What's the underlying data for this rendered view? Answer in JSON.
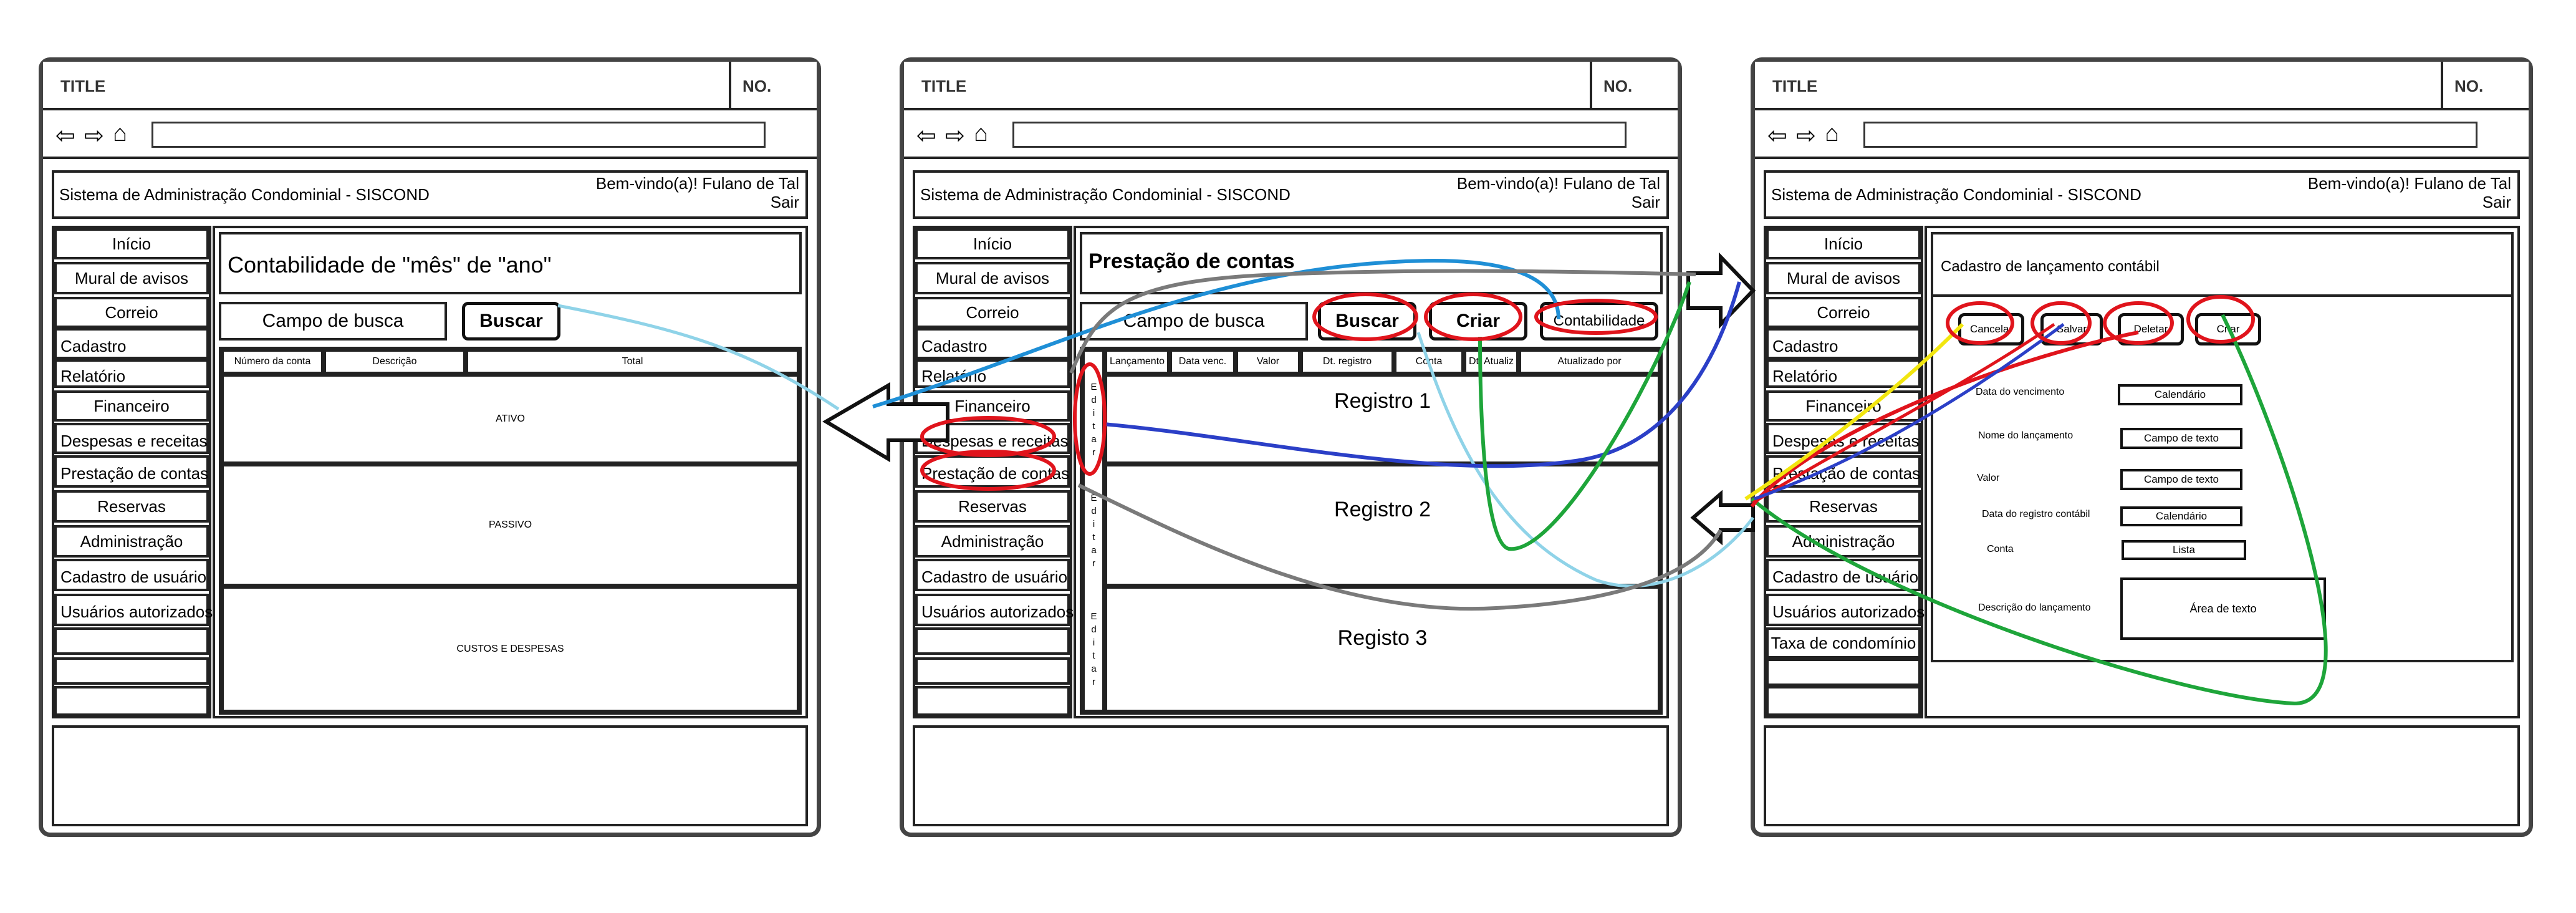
{
  "common": {
    "title": "TITLE",
    "no": "NO.",
    "back_icon": "arrow-left-icon",
    "forward_icon": "arrow-right-icon",
    "home_icon": "home-icon",
    "header_system": "Sistema de Administração Condominial - SISCOND",
    "welcome": "Bem-vindo(a)! Fulano de Tal",
    "logout": "Sair"
  },
  "sidebar": {
    "items": [
      "Início",
      "Mural de avisos",
      "Correio",
      "Cadastro",
      "Relatório",
      "Financeiro",
      "Despesas e receitas",
      "Prestação de contas",
      "Reservas",
      "Administração",
      "Cadastro de usuário",
      "Usuários autorizados"
    ],
    "extra_item_screen3": "Taxa de condomínio"
  },
  "screen1": {
    "page_title": "Contabilidade de \"mês\" de \"ano\"",
    "search_placeholder": "Campo de busca",
    "search_button": "Buscar",
    "columns": [
      "Número da conta",
      "Descrição",
      "Total"
    ],
    "sections": [
      "ATIVO",
      "PASSIVO",
      "CUSTOS E DESPESAS"
    ]
  },
  "screen2": {
    "page_title": "Prestação de contas",
    "search_placeholder": "Campo de busca",
    "search_button": "Buscar",
    "create_button": "Criar",
    "accounting_button": "Contabilidade",
    "columns": [
      "Lançamento",
      "Data venc.",
      "Valor",
      "Dt. registro",
      "Conta",
      "Dt. Atualiz",
      "Atualizado por"
    ],
    "edit_label": "Editar",
    "rows": [
      "Registro 1",
      "Registro 2",
      "Registo 3"
    ]
  },
  "screen3": {
    "page_title": "Cadastro de lançamento contábil",
    "buttons": {
      "cancel": "Cancelar",
      "save": "Salvar",
      "delete": "Deletar",
      "create": "Criar"
    },
    "fields": [
      {
        "label": "Data do vencimento",
        "value": "Calendário"
      },
      {
        "label": "Nome do lançamento",
        "value": "Campo de texto"
      },
      {
        "label": "Valor",
        "value": "Campo de texto"
      },
      {
        "label": "Data do registro contábil",
        "value": "Calendário"
      },
      {
        "label": "Conta",
        "value": "Lista"
      }
    ],
    "description_label": "Descrição do lançamento",
    "description_value": "Área de texto"
  },
  "annotation_colors": {
    "highlight": "#e0141c",
    "light_blue": "#8fd3e8",
    "blue": "#1f8fd6",
    "dark_blue": "#2b3fc7",
    "green": "#1ea53a",
    "gray": "#7a7a7a",
    "red": "#e0141c",
    "yellow": "#f2e60f"
  }
}
